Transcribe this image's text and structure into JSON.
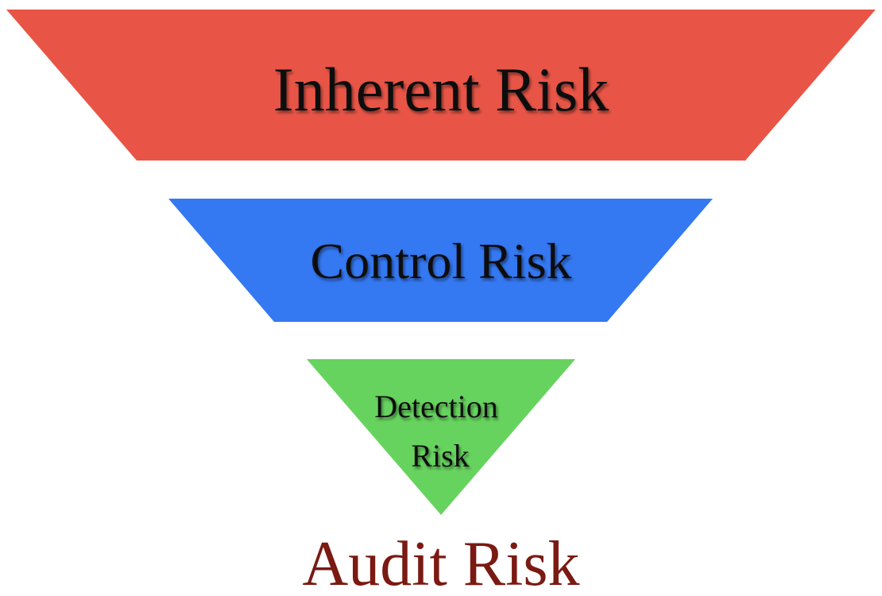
{
  "diagram": {
    "tiers": [
      {
        "label": "Inherent Risk",
        "color": "#e85546"
      },
      {
        "label": "Control Risk",
        "color": "#3478f2"
      },
      {
        "label_lines": [
          "Detection",
          "Risk"
        ],
        "color": "#67d35f"
      }
    ],
    "result": {
      "label": "Audit Risk",
      "color": "#7a1a12"
    }
  }
}
